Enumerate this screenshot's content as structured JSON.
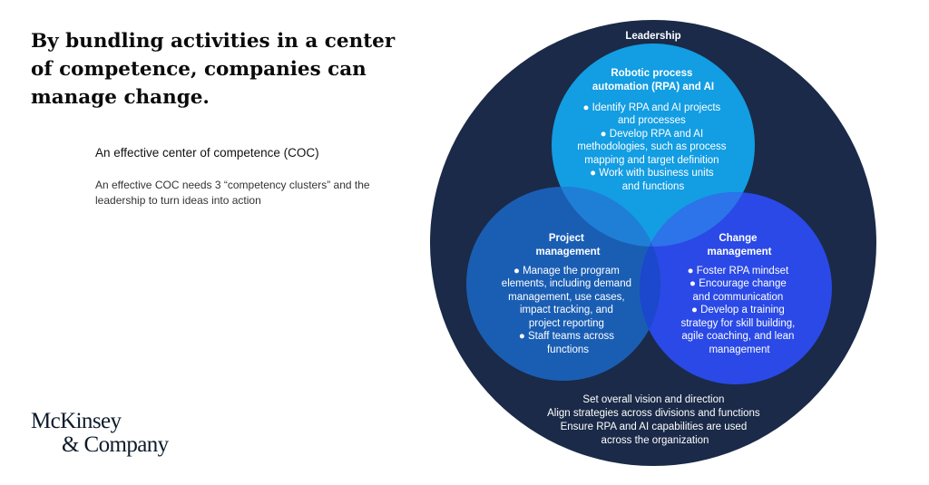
{
  "headline": "By bundling activities in a center of competence, companies can manage change.",
  "subtitle": "An effective center of competence (COC)",
  "description": "An effective COC needs 3 “competency clusters” and the leadership to turn ideas into action",
  "logo": {
    "line1": "McKinsey",
    "line2": "& Company"
  },
  "colors": {
    "leadership_circle": "#1a2a48",
    "rpa_circle": "#139de2",
    "project_circle": "#1a5eb4",
    "change_circle": "#2a49e6",
    "rpa_project_overlap": "#1f7fd6",
    "rpa_change_overlap": "#2d73ea",
    "project_change_overlap": "#1b48cc",
    "center_overlap": "#1e62de"
  },
  "diagram": {
    "leadership": {
      "title": "Leadership",
      "items": [
        "Set overall vision and direction",
        "Align strategies across divisions and functions",
        "Ensure RPA and AI capabilities are used",
        "across the organization"
      ]
    },
    "rpa": {
      "title_lines": [
        "Robotic process",
        "automation (RPA) and AI"
      ],
      "body_lines": [
        "● Identify RPA and AI projects",
        "and processes",
        "● Develop RPA and AI",
        "methodologies, such as process",
        "mapping and target definition",
        "● Work with business units",
        "and functions"
      ]
    },
    "project": {
      "title_lines": [
        "Project",
        "management"
      ],
      "body_lines": [
        "● Manage the program",
        "elements, including demand",
        "management, use cases,",
        "impact tracking, and",
        "project reporting",
        "● Staff teams across",
        "functions"
      ]
    },
    "change": {
      "title_lines": [
        "Change",
        "management"
      ],
      "body_lines": [
        "● Foster RPA mindset",
        "● Encourage change",
        "and communication",
        "● Develop a training",
        "strategy for skill building,",
        "agile coaching, and lean",
        "management"
      ]
    }
  }
}
